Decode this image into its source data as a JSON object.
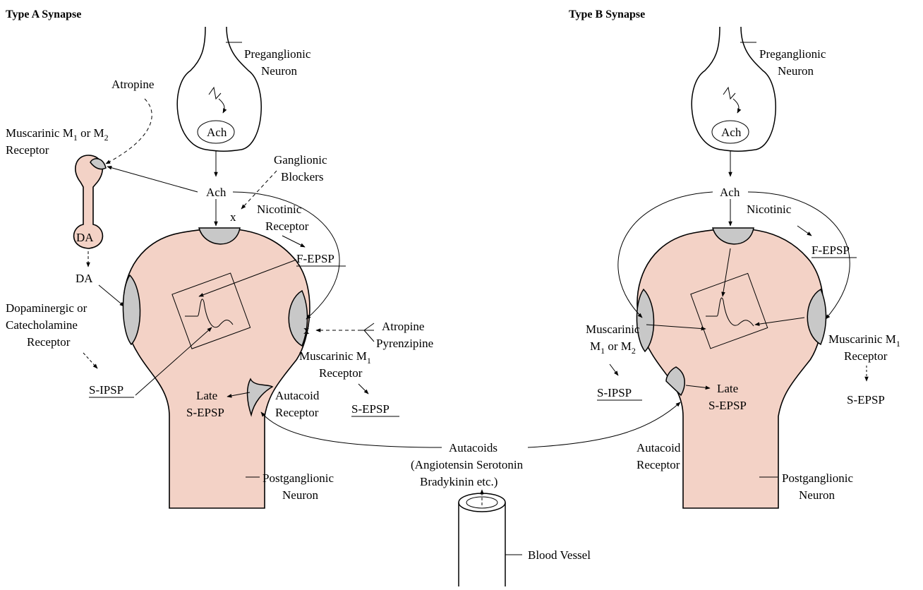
{
  "diagram": {
    "type_a": {
      "title": "Type A Synapse",
      "preganglionic_line1": "Preganglionic",
      "preganglionic_line2": "Neuron",
      "ach_vesicle": "Ach",
      "ach_release": "Ach",
      "atropine_top": "Atropine",
      "muscarinic_m1m2_line1_pre": "Muscarinic M",
      "muscarinic_m1m2_line1_sub1": "1",
      "muscarinic_m1m2_line1_mid": " or M",
      "muscarinic_m1m2_line1_sub2": "2",
      "muscarinic_m1m2_line2": "Receptor",
      "ganglionic_line1": "Ganglionic",
      "ganglionic_line2": "Blockers",
      "block_x1": "x",
      "nicotinic_line1": "Nicotinic",
      "nicotinic_line2": "Receptor",
      "f_epsp": "F-EPSP",
      "da_cell": "DA",
      "da_release": "DA",
      "dopa_line1": "Dopaminergic or",
      "dopa_line2": "Catecholamine",
      "dopa_line3": "Receptor",
      "s_ipsp": "S-IPSP",
      "block_x2": "x",
      "atropine2": "Atropine",
      "pyrenzipine": "Pyrenzipine",
      "musc_m1_line1_pre": "Muscarinic M",
      "musc_m1_line1_sub": "1",
      "musc_m1_line2": "Receptor",
      "s_epsp": "S-EPSP",
      "late_line1": "Late",
      "late_line2": "S-EPSP",
      "autacoid_line1": "Autacoid",
      "autacoid_line2": "Receptor",
      "postganglionic_line1": "Postganglionic",
      "postganglionic_line2": "Neuron"
    },
    "center": {
      "autacoids": "Autacoids",
      "autacoids_line2": "(Angiotensin Serotonin",
      "autacoids_line3": "Bradykinin etc.)",
      "blood_vessel": "Blood Vessel"
    },
    "type_b": {
      "title": "Type B Synapse",
      "preganglionic_line1": "Preganglionic",
      "preganglionic_line2": "Neuron",
      "ach_vesicle": "Ach",
      "ach_release": "Ach",
      "nicotinic": "Nicotinic",
      "f_epsp": "F-EPSP",
      "musc_left_line1": "Muscarinic",
      "musc_left_line2_pre": "M",
      "musc_left_line2_sub1": "1",
      "musc_left_line2_mid": " or M",
      "musc_left_line2_sub2": "2",
      "s_ipsp": "S-IPSP",
      "late_line1": "Late",
      "late_line2": "S-EPSP",
      "musc_right_line1_pre": "Muscarinic M",
      "musc_right_line1_sub": "1",
      "musc_right_line2": "Receptor",
      "s_epsp": "S-EPSP",
      "autacoid_line1": "Autacoid",
      "autacoid_line2": "Receptor",
      "postganglionic_line1": "Postganglionic",
      "postganglionic_line2": "Neuron"
    },
    "colors": {
      "cell_fill": "#f3d2c6",
      "receptor_fill": "#c8c8c8",
      "stroke": "#000000"
    }
  }
}
